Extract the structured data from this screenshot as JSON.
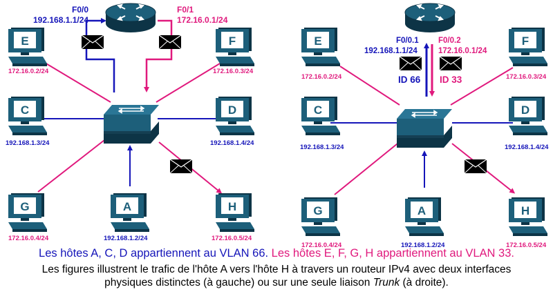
{
  "colors": {
    "vlan66": "#1515b9",
    "vlan33": "#e0197d",
    "device": "#1d5f7a",
    "device_dark": "#0d3446",
    "envelope": "#000000"
  },
  "icons": {
    "router": "router-icon",
    "switch": "switch-icon",
    "host": "computer-icon",
    "packet": "envelope-icon"
  },
  "left": {
    "router": {
      "if0": "F0/0",
      "ip0": "192.168.1.1/24",
      "if1": "F0/1",
      "ip1": "172.16.0.1/24"
    },
    "hosts": [
      {
        "letter": "E",
        "ip": "172.16.0.2/24",
        "vlan": "33"
      },
      {
        "letter": "F",
        "ip": "172.16.0.3/24",
        "vlan": "33"
      },
      {
        "letter": "C",
        "ip": "192.168.1.3/24",
        "vlan": "66"
      },
      {
        "letter": "D",
        "ip": "192.168.1.4/24",
        "vlan": "66"
      },
      {
        "letter": "G",
        "ip": "172.16.0.4/24",
        "vlan": "33"
      },
      {
        "letter": "A",
        "ip": "192.168.1.2/24",
        "vlan": "66"
      },
      {
        "letter": "H",
        "ip": "172.16.0.5/24",
        "vlan": "33"
      }
    ]
  },
  "right": {
    "router": {
      "if0": "F0/0.1",
      "ip0": "192.168.1.1/24",
      "if1": "F0/0.2",
      "ip1": "172.16.0.1/24",
      "tag0": "ID 66",
      "tag1": "ID 33"
    },
    "hosts": [
      {
        "letter": "E",
        "ip": "172.16.0.2/24",
        "vlan": "33"
      },
      {
        "letter": "F",
        "ip": "172.16.0.3/24",
        "vlan": "33"
      },
      {
        "letter": "C",
        "ip": "192.168.1.3/24",
        "vlan": "66"
      },
      {
        "letter": "D",
        "ip": "192.168.1.4/24",
        "vlan": "66"
      },
      {
        "letter": "G",
        "ip": "172.16.0.4/24",
        "vlan": "33"
      },
      {
        "letter": "A",
        "ip": "192.168.1.2/24",
        "vlan": "66"
      },
      {
        "letter": "H",
        "ip": "172.16.0.5/24",
        "vlan": "33"
      }
    ]
  },
  "caption": {
    "line1_blue": "Les hôtes A, C, D appartiennent au VLAN 66.",
    "line1_pink": "Les hôtes E, F, G, H appartiennent au VLAN 33.",
    "line2": "Les figures illustrent le trafic de l'hôte A vers l'hôte H à travers un routeur IPv4 avec deux interfaces",
    "line3_pre": "physiques distinctes (à gauche) ou sur une seule liaison ",
    "line3_em": "Trunk",
    "line3_post": " (à droite)."
  }
}
